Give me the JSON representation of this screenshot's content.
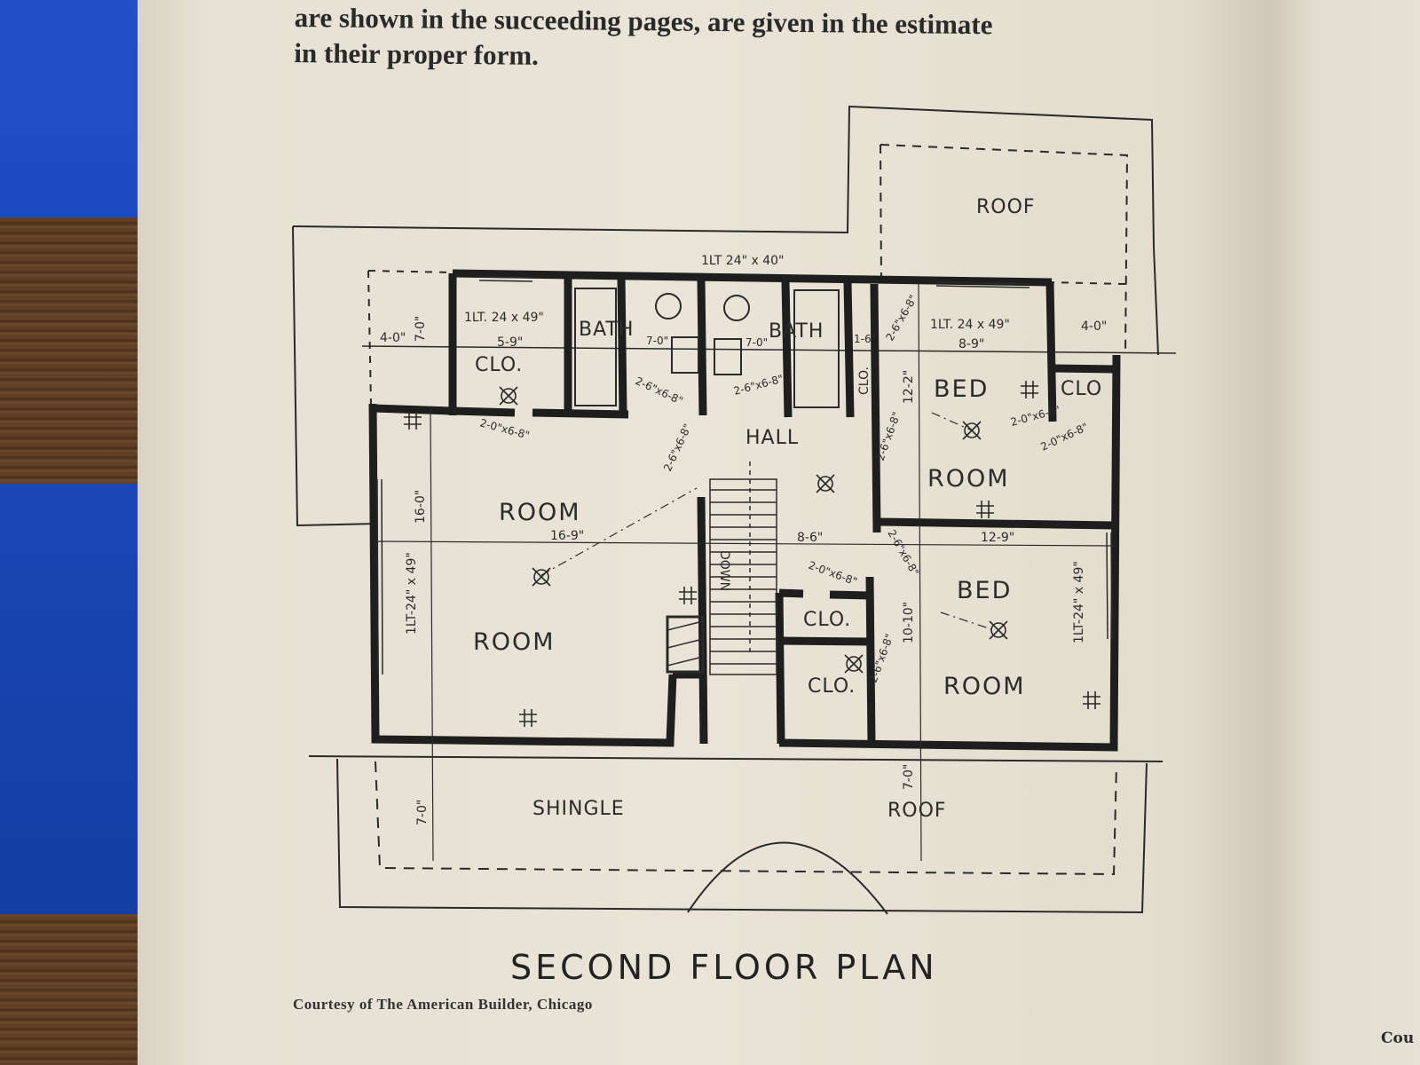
{
  "text": {
    "paragraph_lines": [
      "are shown in the succeeding pages, are given in the estimate",
      "in their proper form."
    ],
    "title": "SECOND FLOOR PLAN",
    "credit": "Courtesy of The American Builder, Chicago",
    "right_page_fragment": "Cou"
  },
  "plan": {
    "rooms": {
      "roof_top": "ROOF",
      "bath_left": "BATH",
      "bath_right": "BATH",
      "clo_top_left": "CLO.",
      "clo_right_top": "CLO",
      "clo_vertical": "CLO.",
      "hall": "HALL",
      "room_upper_left": "ROOM",
      "room_lower_left": "ROOM",
      "bed1": "BED",
      "bed1_room": "ROOM",
      "bed2": "BED",
      "bed2_room": "ROOM",
      "clo_mid": "CLO.",
      "clo_low": "CLO.",
      "down": "DOWN",
      "shingle": "SHINGLE",
      "roof_bottom": "ROOF"
    },
    "dimensions": {
      "window_top": "1LT 24\" x 40\"",
      "window_clo": "1LT. 24 x 49\"",
      "window_bed": "1LT. 24 x 49\"",
      "clo_width": "5-9\"",
      "bed_width": "8-9\"",
      "left_4": "4-0\"",
      "left_7": "7-0\"",
      "right_4": "4-0\"",
      "bath_7a": "7-0\"",
      "bath_7b": "7-0\"",
      "door_a": "2-6\"x6-8\"",
      "door_b": "2-6\"x6-8\"",
      "door_c": "2-0\"x6-8\"",
      "door_d": "2-6\"x6-8\"",
      "door_e": "2-6\"x6-8\"",
      "door_f": "2-0\"x6-8\"",
      "door_g": "2-6\"x6-8\"",
      "door_h": "2-0\"x6-8\"",
      "door_i": "2-6\"x6-8\"",
      "door_j": "2-6\"x6-8\"",
      "door_k": "2-0\"x6-8\"",
      "clo_16": "1-6\"",
      "height_122": "12-2\"",
      "height_160": "16-0\"",
      "window_left": "1LT-24\" x 49\"",
      "window_right": "1LT-24\" x 49\"",
      "room_width": "16-9\"",
      "hall_width": "8-6\"",
      "bed2_width": "12-9\"",
      "height_1010": "10-10\"",
      "eave_left": "7-0\"",
      "eave_right": "7-0\""
    }
  }
}
